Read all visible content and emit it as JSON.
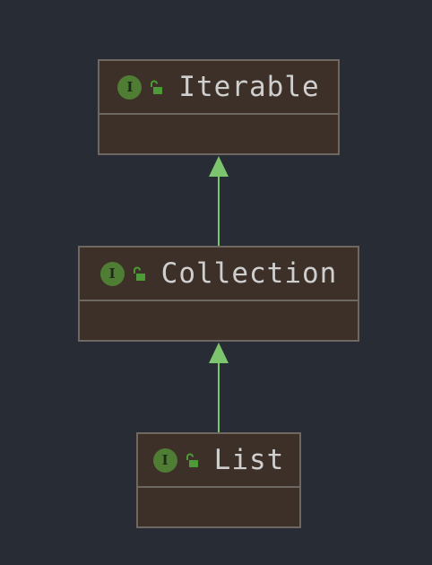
{
  "diagram": {
    "nodes": [
      {
        "id": "iterable",
        "name": "Iterable",
        "badge": "I",
        "kind": "interface",
        "visibility": "public"
      },
      {
        "id": "collection",
        "name": "Collection",
        "badge": "I",
        "kind": "interface",
        "visibility": "public"
      },
      {
        "id": "list",
        "name": "List",
        "badge": "I",
        "kind": "interface",
        "visibility": "public"
      }
    ],
    "edges": [
      {
        "from": "collection",
        "to": "iterable",
        "type": "extends"
      },
      {
        "from": "list",
        "to": "collection",
        "type": "extends"
      }
    ]
  },
  "colors": {
    "background": "#282c35",
    "node_fill": "#3c3028",
    "node_border": "#6e6762",
    "interface_badge": "#4e7d33",
    "edge": "#7cc46e",
    "label": "#cfcfcf"
  },
  "icons": {
    "badge": "interface-badge-icon",
    "visibility": "unlocked-padlock-icon"
  }
}
